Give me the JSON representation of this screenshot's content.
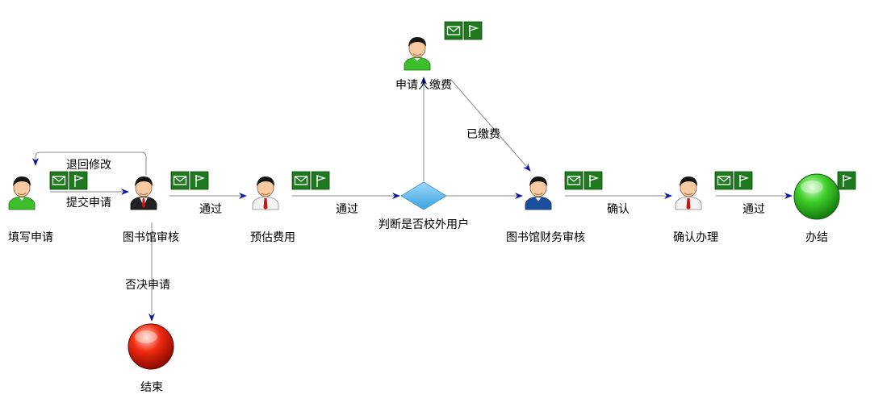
{
  "nodes": {
    "fill_application": "填写申请",
    "library_review": "图书馆审核",
    "estimate_cost": "预估费用",
    "check_external_user": "判断是否校外用户",
    "applicant_payment": "申请人缴费",
    "library_finance_review": "图书馆财务审核",
    "confirm_processing": "确认办理",
    "done": "办结",
    "end": "结束"
  },
  "edges": {
    "submit_application": "提交申请",
    "return_for_revision": "退回修改",
    "pass_1": "通过",
    "pass_2": "通过",
    "reject_application": "否决申请",
    "paid": "已缴费",
    "confirm": "确认",
    "pass_3": "通过"
  },
  "colors": {
    "edge": "#8a8a8a",
    "arrow": "#0d1a9c",
    "badge": "#1f7a1f",
    "diamond": "#5bb6ea",
    "done_circle": "#2db52d",
    "end_circle": "#e01010",
    "shirt_green": "#3cbf2a",
    "shirt_white": "#f2f2f2",
    "suit_black": "#222222",
    "suit_blue": "#1a4f9c",
    "tie_red": "#c81515"
  },
  "icons": [
    "person-icon",
    "mail-icon",
    "flag-icon",
    "diamond-gateway-icon",
    "end-circle-icon"
  ]
}
